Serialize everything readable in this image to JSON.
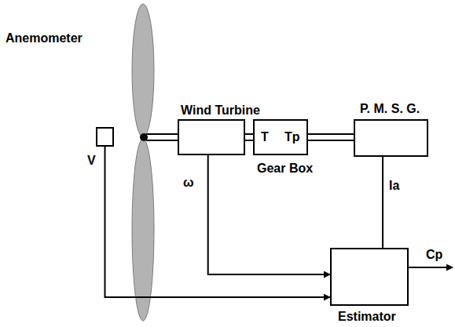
{
  "diagram": {
    "nodes": [
      {
        "text": [
          "Anemometer"
        ]
      },
      {
        "text": [
          "Wind Turbine"
        ]
      },
      {
        "text": [
          "T",
          "Tp",
          "Gear Box"
        ]
      },
      {
        "text": [
          "P. M. S. G."
        ]
      },
      {
        "text": [
          "Estimator"
        ]
      }
    ],
    "edges": [
      {
        "from": 1,
        "to": 2,
        "arrow": "none"
      },
      {
        "from": 2,
        "to": 3,
        "arrow": "none"
      },
      {
        "from": 0,
        "to": 4,
        "arrow": "to",
        "label": "V"
      },
      {
        "from": 1,
        "to": 4,
        "arrow": "to",
        "label": "ω"
      },
      {
        "from": 3,
        "to": 4,
        "arrow": "none",
        "label": "Ia"
      }
    ],
    "labels": [
      "Cp"
    ]
  }
}
